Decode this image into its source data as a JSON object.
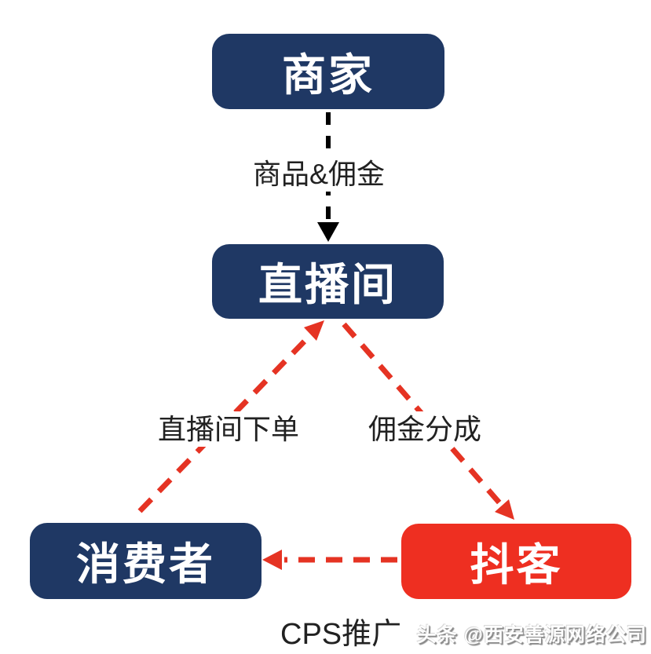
{
  "diagram": {
    "nodes": {
      "merchant": {
        "label": "商家"
      },
      "live_room": {
        "label": "直播间"
      },
      "consumer": {
        "label": "消费者"
      },
      "douke": {
        "label": "抖客"
      }
    },
    "edges": {
      "merchant_to_live_room": {
        "label": "商品&佣金",
        "style": "dashed",
        "color": "black"
      },
      "consumer_to_live_room": {
        "label": "直播间下单",
        "style": "dashed",
        "color": "red"
      },
      "live_room_to_douke": {
        "label": "佣金分成",
        "style": "dashed",
        "color": "red"
      },
      "douke_to_consumer": {
        "label": "CPS推广",
        "style": "dashed",
        "color": "red"
      }
    }
  },
  "colors": {
    "node_navy": "#1F3864",
    "node_red": "#EE2F21",
    "arrow_red": "#E53323",
    "arrow_black": "#000000",
    "background": "#FFFFFF",
    "label_text": "#212121"
  },
  "watermark": {
    "text": "头条 @西安善源网络公司"
  }
}
